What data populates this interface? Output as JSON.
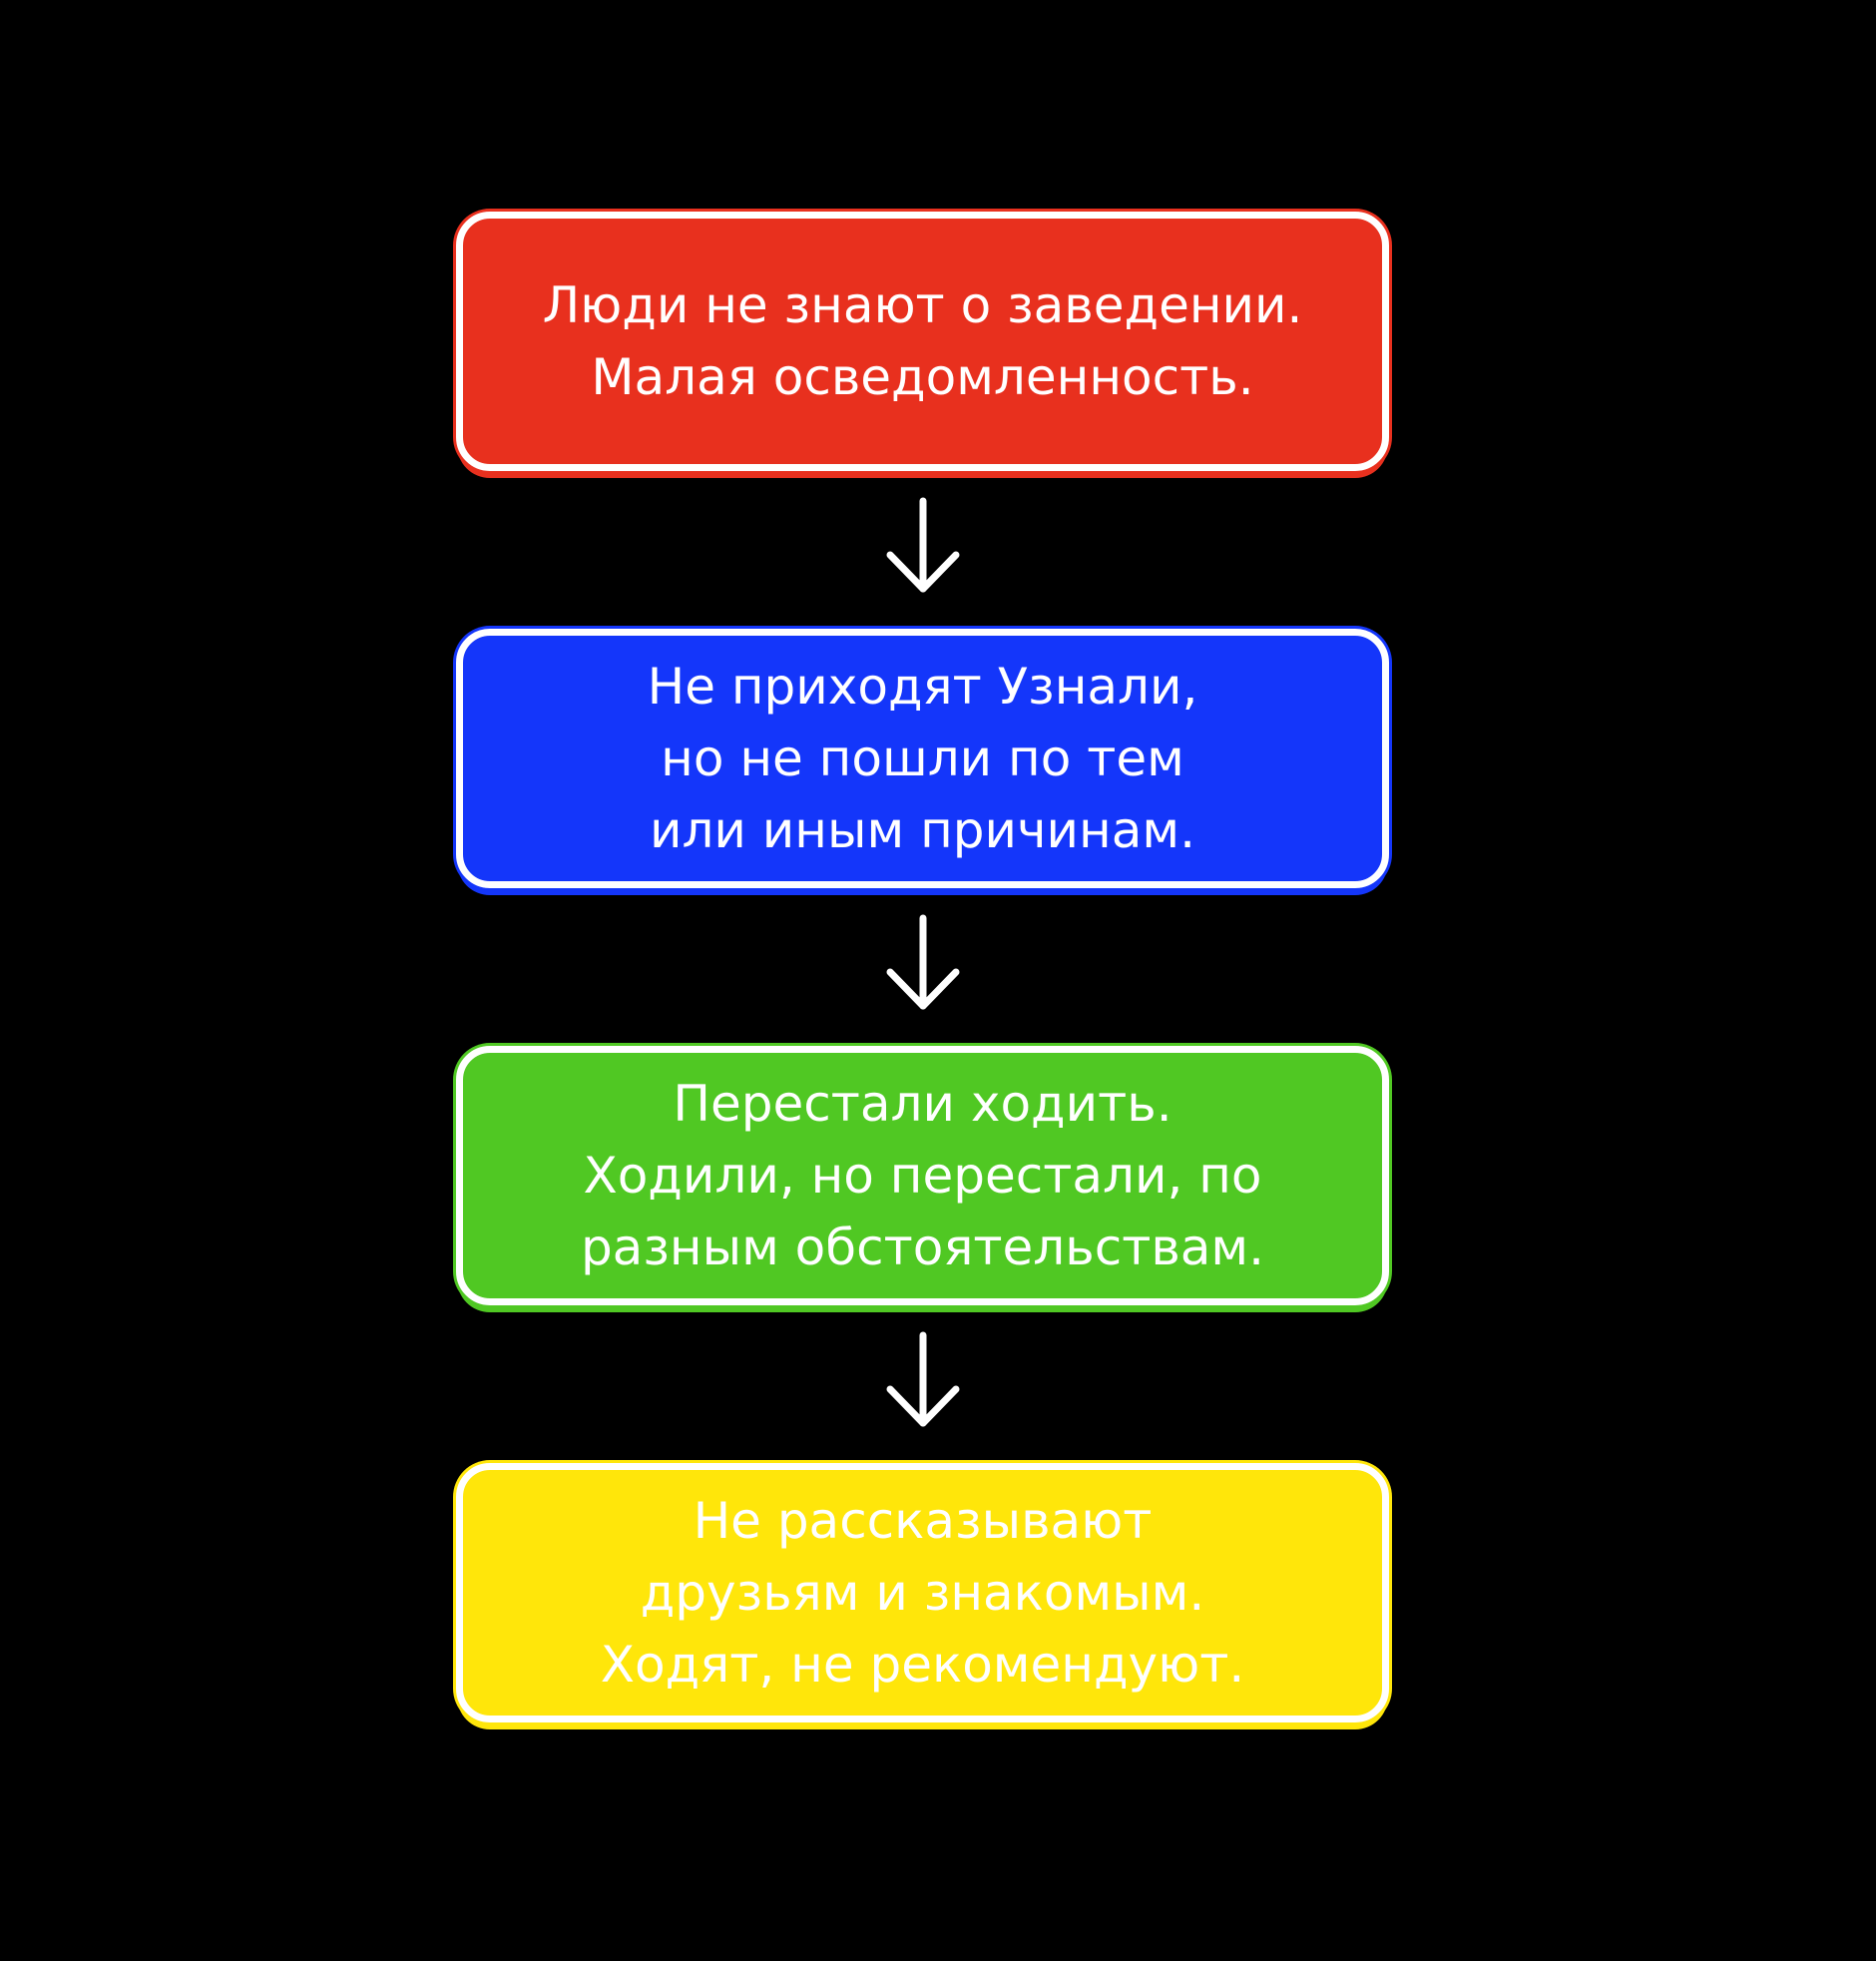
{
  "steps": [
    {
      "text": "Люди не знают о заведении.\nМалая осведомленность.",
      "color": "#e8301e"
    },
    {
      "text": "Не приходят Узнали,\nно не пошли по тем\nили иным причинам.",
      "color": "#1436fa"
    },
    {
      "text": "Перестали ходить.\nХодили, но перестали, по\nразным обстоятельствам.",
      "color": "#50c823"
    },
    {
      "text": "Не рассказывают\nдрузьям и знакомым.\nХодят, не рекомендуют.",
      "color": "#ffe60a"
    }
  ],
  "arrow_color": "#ffffff",
  "background_color": "#000000"
}
